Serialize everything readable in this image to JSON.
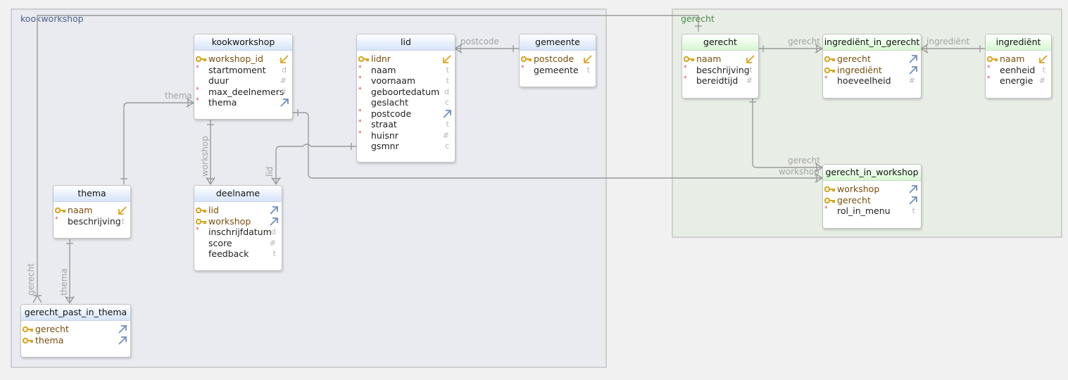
{
  "areas": {
    "kookworkshop": {
      "title": "kookworkshop",
      "title_color": "#4a5f8a",
      "fill": "#e9ebf0"
    },
    "gerecht": {
      "title": "gerecht",
      "title_color": "#4a8a4a",
      "fill": "#e8eee6"
    }
  },
  "entities": {
    "kookworkshop": {
      "name": "kookworkshop",
      "attributes": [
        {
          "name": "workshop_id",
          "pk": true,
          "type": "fk-out"
        },
        {
          "name": "startmoment",
          "mandatory": true,
          "type": "d"
        },
        {
          "name": "duur",
          "type": "#"
        },
        {
          "name": "max_deelnemers",
          "mandatory": true,
          "type": "#"
        },
        {
          "name": "thema",
          "mandatory": true,
          "type": "fk-in"
        }
      ]
    },
    "lid": {
      "name": "lid",
      "attributes": [
        {
          "name": "lidnr",
          "pk": true,
          "type": "fk-out"
        },
        {
          "name": "naam",
          "mandatory": true,
          "type": "t"
        },
        {
          "name": "voornaam",
          "mandatory": true,
          "type": "t"
        },
        {
          "name": "geboortedatum",
          "mandatory": true,
          "type": "d"
        },
        {
          "name": "geslacht",
          "type": "c"
        },
        {
          "name": "postcode",
          "mandatory": true,
          "type": "fk-in"
        },
        {
          "name": "straat",
          "mandatory": true,
          "type": "t"
        },
        {
          "name": "huisnr",
          "mandatory": true,
          "type": "#"
        },
        {
          "name": "gsmnr",
          "type": "c"
        }
      ]
    },
    "gemeente": {
      "name": "gemeente",
      "attributes": [
        {
          "name": "postcode",
          "pk": true,
          "type": "fk-out"
        },
        {
          "name": "gemeente",
          "mandatory": true,
          "type": "t"
        }
      ]
    },
    "thema": {
      "name": "thema",
      "attributes": [
        {
          "name": "naam",
          "pk": true,
          "type": "fk-out"
        },
        {
          "name": "beschrijving",
          "mandatory": true,
          "type": "t"
        }
      ]
    },
    "deelname": {
      "name": "deelname",
      "attributes": [
        {
          "name": "lid",
          "pk": true,
          "type": "fk-in"
        },
        {
          "name": "workshop",
          "pk": true,
          "type": "fk-in"
        },
        {
          "name": "inschrijfdatum",
          "mandatory": true,
          "type": "d"
        },
        {
          "name": "score",
          "type": "#"
        },
        {
          "name": "feedback",
          "type": "t"
        }
      ]
    },
    "gerecht_past_in_thema": {
      "name": "gerecht_past_in_thema",
      "attributes": [
        {
          "name": "gerecht",
          "pk": true,
          "type": "fk-in"
        },
        {
          "name": "thema",
          "pk": true,
          "type": "fk-in"
        }
      ]
    },
    "gerecht": {
      "name": "gerecht",
      "attributes": [
        {
          "name": "naam",
          "pk": true,
          "type": "fk-out"
        },
        {
          "name": "beschrijving",
          "mandatory": true,
          "type": "t"
        },
        {
          "name": "bereidtijd",
          "mandatory": true,
          "type": "#"
        }
      ]
    },
    "ingredient_in_gerecht": {
      "name": "ingrediënt_in_gerecht",
      "attributes": [
        {
          "name": "gerecht",
          "pk": true,
          "type": "fk-in"
        },
        {
          "name": "ingrediënt",
          "pk": true,
          "type": "fk-in"
        },
        {
          "name": "hoeveelheid",
          "mandatory": true,
          "type": "#"
        }
      ]
    },
    "ingredient": {
      "name": "ingrediënt",
      "attributes": [
        {
          "name": "naam",
          "pk": true,
          "type": "fk-out"
        },
        {
          "name": "eenheid",
          "mandatory": true,
          "type": "t"
        },
        {
          "name": "energie",
          "mandatory": true,
          "type": "#"
        }
      ]
    },
    "gerecht_in_workshop": {
      "name": "gerecht_in_workshop",
      "attributes": [
        {
          "name": "workshop",
          "pk": true,
          "type": "fk-in"
        },
        {
          "name": "gerecht",
          "pk": true,
          "type": "fk-in"
        },
        {
          "name": "rol_in_menu",
          "mandatory": true,
          "type": "t"
        }
      ]
    }
  },
  "relation_labels": {
    "postcode": "postcode",
    "thema_top": "thema",
    "workshop": "workshop",
    "lid": "lid",
    "thema_bottom": "thema",
    "gerecht_left": "gerecht",
    "gerecht_ing": "gerecht",
    "ingredient": "ingrediënt",
    "gerecht_giw": "gerecht",
    "workshop_giw": "workshop"
  },
  "colors": {
    "line": "#9a9a9a",
    "key": "#d9a520",
    "fk_arrow": "#6f8fbf",
    "mandatory": "#d04040"
  }
}
